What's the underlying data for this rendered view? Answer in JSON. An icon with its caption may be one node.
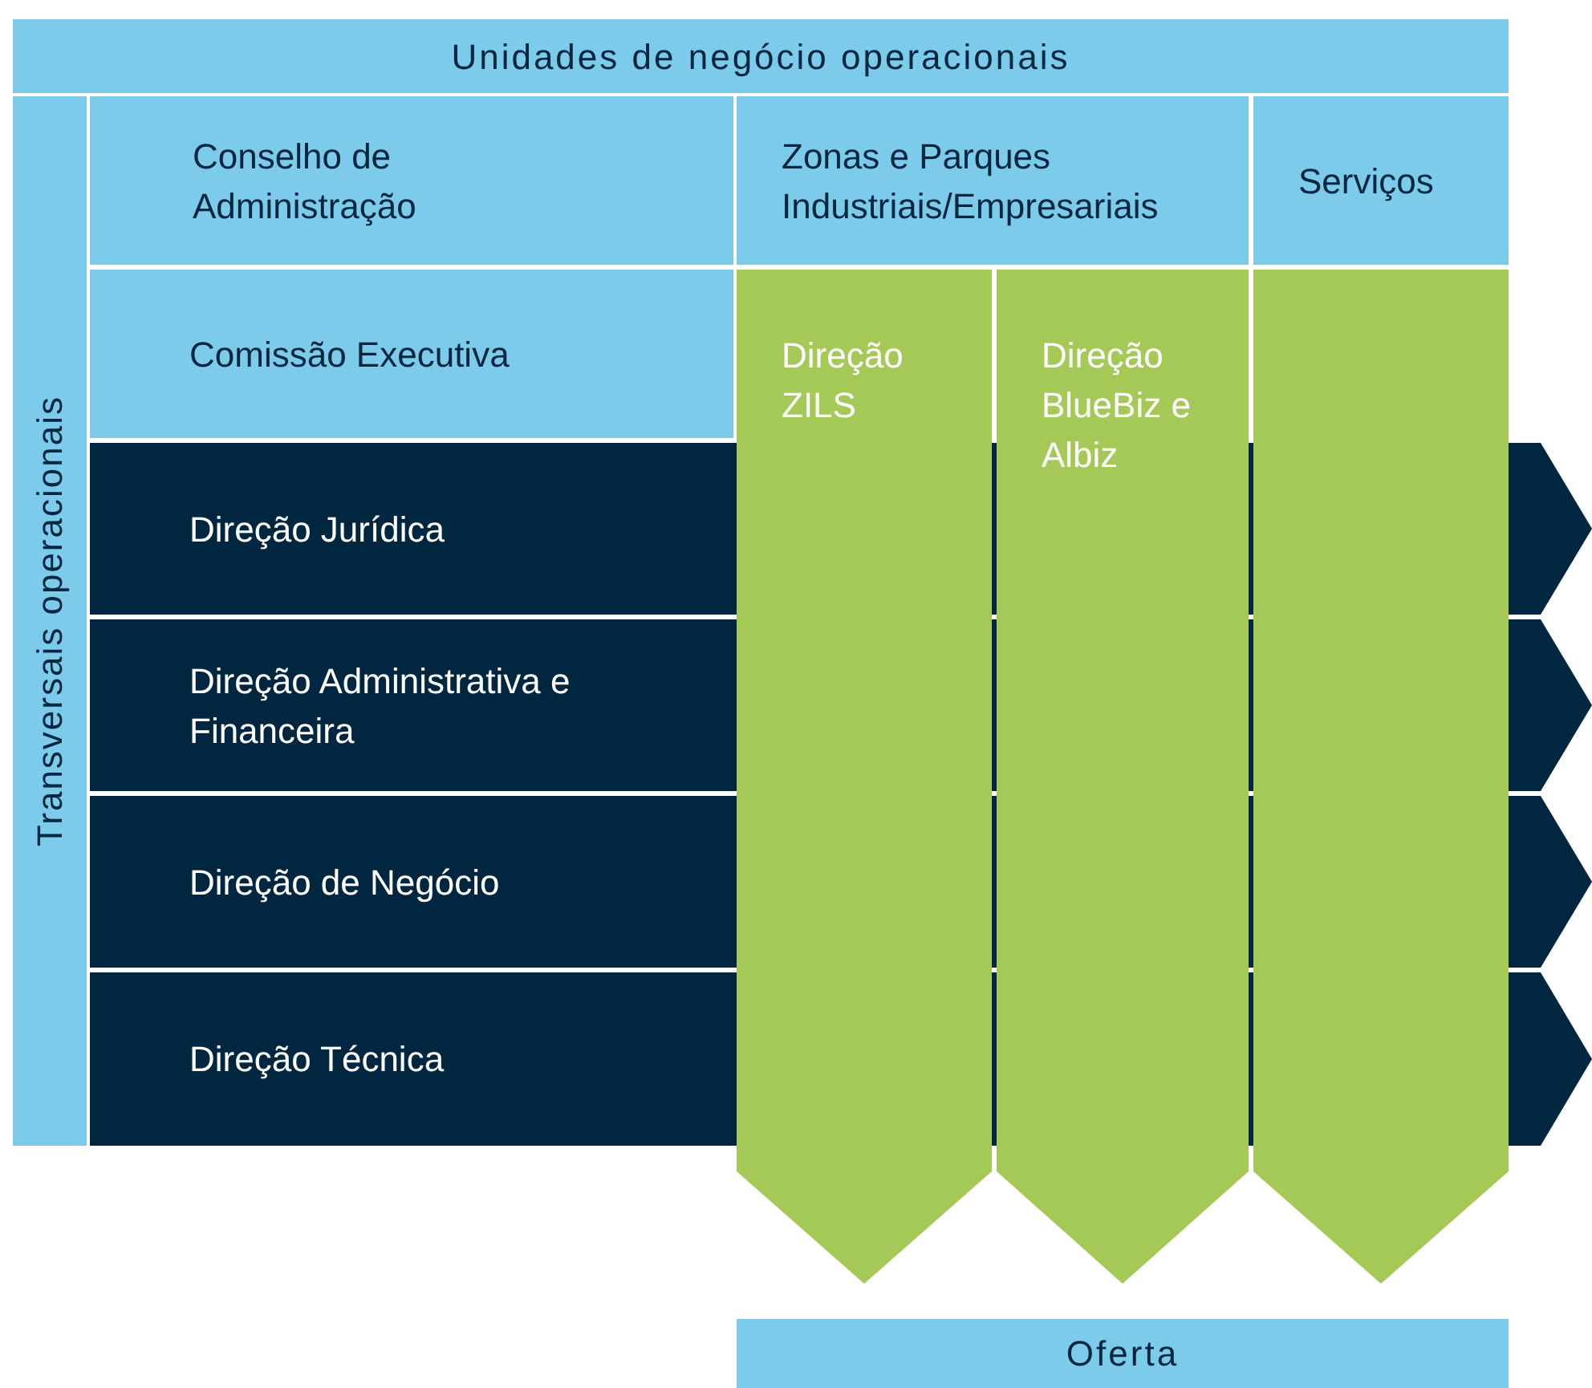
{
  "diagram": {
    "nodes": [
      {
        "text": [
          "Unidades de negócio operacionais"
        ]
      },
      {
        "text": [
          "Transversais operacionais"
        ]
      },
      {
        "text": [
          "Conselho de Administração"
        ]
      },
      {
        "text": [
          "Zonas e Parques Industriais/Empresariais"
        ]
      },
      {
        "text": [
          "Serviços"
        ]
      },
      {
        "text": [
          "Comissão Executiva"
        ]
      },
      {
        "text": [
          "Direção ZILS"
        ]
      },
      {
        "text": [
          "Direção BlueBiz e Albiz"
        ]
      },
      {
        "text": [],
        "shape": "arrow"
      },
      {
        "text": [
          "Direção Jurídica"
        ]
      },
      {
        "text": [
          "Direção Administrativa e Financeira"
        ]
      },
      {
        "text": [
          "Direção de Negócio"
        ]
      },
      {
        "text": [
          "Direção Técnica"
        ]
      },
      {
        "text": [
          "Oferta"
        ]
      }
    ]
  }
}
